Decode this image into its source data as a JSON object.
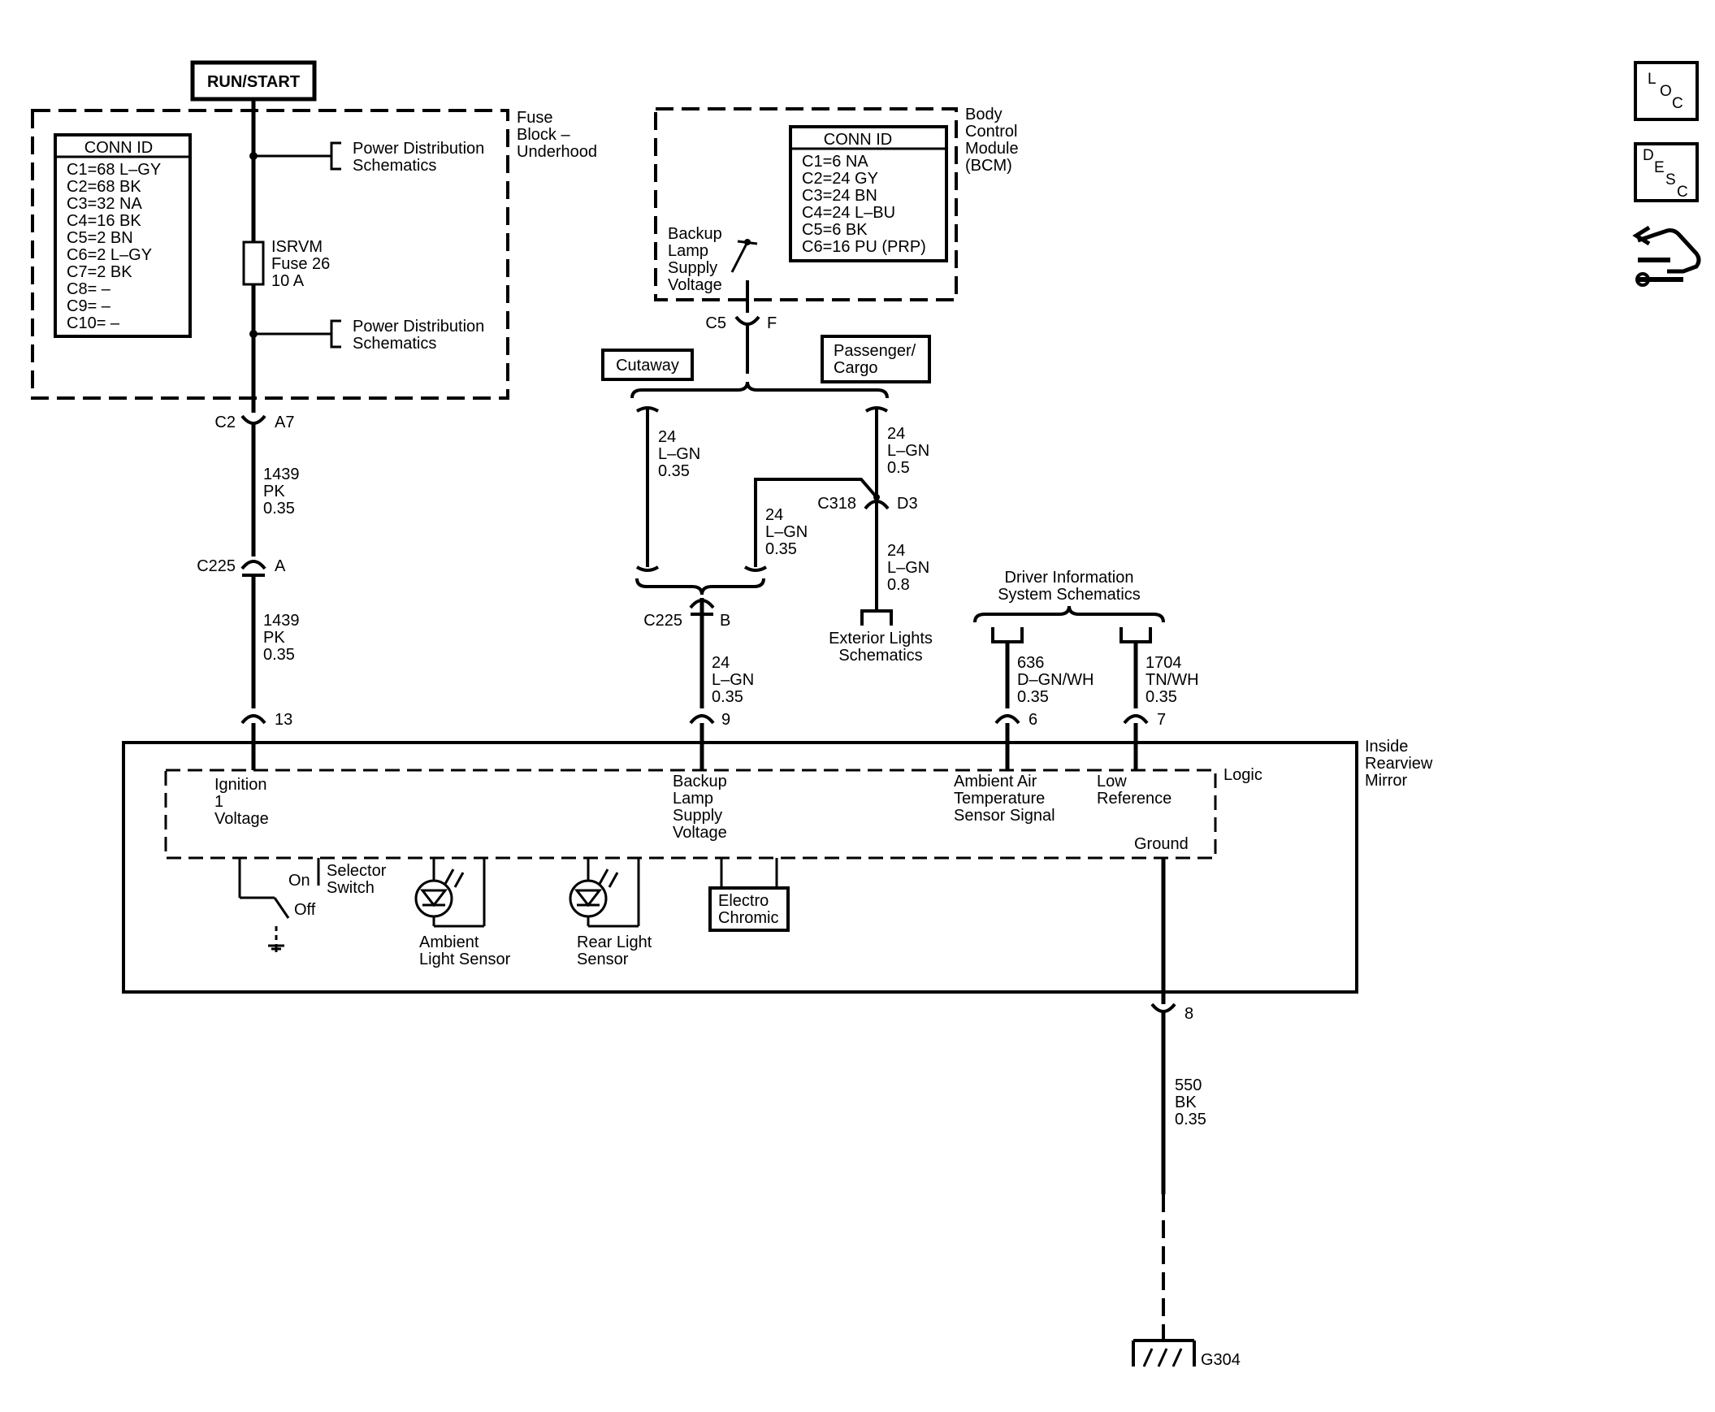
{
  "power": {
    "run_start": "RUN/START"
  },
  "fuse_block": {
    "name_lines": [
      "Fuse",
      "Block –",
      "Underhood"
    ],
    "conn_title": "CONN ID",
    "conn_rows": [
      "C1=68 L–GY",
      "C2=68 BK",
      "C3=32 NA",
      "C4=16 BK",
      "C5=2 BN",
      "C6=2 L–GY",
      "C7=2 BK",
      "C8= –",
      "C9= –",
      "C10= –"
    ],
    "pd_ref_1": [
      "Power Distribution",
      "Schematics"
    ],
    "pd_ref_2": [
      "Power Distribution",
      "Schematics"
    ],
    "fuse_lines": [
      "ISRVM",
      "Fuse 26",
      "10 A"
    ]
  },
  "bcm": {
    "name_lines": [
      "Body",
      "Control",
      "Module",
      "(BCM)"
    ],
    "conn_title": "CONN ID",
    "conn_rows": [
      "C1=6 NA",
      "C2=24 GY",
      "C3=24 BN",
      "C4=24 L–BU",
      "C5=6 BK",
      "C6=16 PU (PRP)"
    ],
    "switch_lines": [
      "Backup",
      "Lamp",
      "Supply",
      "Voltage"
    ]
  },
  "connectors": {
    "c2": "C2",
    "c2_pin": "A7",
    "c225_a": "C225",
    "c225_a_pin": "A",
    "c225_b": "C225",
    "c225_b_pin": "B",
    "c5": "C5",
    "c5_pin": "F",
    "c318": "C318",
    "c318_pin": "D3",
    "pin_13": "13",
    "pin_9": "9",
    "pin_6": "6",
    "pin_7": "7",
    "pin_8": "8"
  },
  "wires": {
    "w1439_top": [
      "1439",
      "PK",
      "0.35"
    ],
    "w1439_bot": [
      "1439",
      "PK",
      "0.35"
    ],
    "w24_cutaway": [
      "24",
      "L–GN",
      "0.35"
    ],
    "w24_pass": [
      "24",
      "L–GN",
      "0.5"
    ],
    "w24_jumper": [
      "24",
      "L–GN",
      "0.35"
    ],
    "w24_ext": [
      "24",
      "L–GN",
      "0.8"
    ],
    "w24_mirror": [
      "24",
      "L–GN",
      "0.35"
    ],
    "w636": [
      "636",
      "D–GN/WH",
      "0.35"
    ],
    "w1704": [
      "1704",
      "TN/WH",
      "0.35"
    ],
    "w550": [
      "550",
      "BK",
      "0.35"
    ]
  },
  "options": {
    "cutaway": "Cutaway",
    "passenger_cargo": [
      "Passenger/",
      "Cargo"
    ]
  },
  "refs": {
    "exterior_lights": [
      "Exterior Lights",
      "Schematics"
    ],
    "dis": [
      "Driver Information",
      "System Schematics"
    ]
  },
  "mirror": {
    "name_lines": [
      "Inside",
      "Rearview",
      "Mirror"
    ],
    "logic": "Logic",
    "ignition": [
      "Ignition",
      "1",
      "Voltage"
    ],
    "backup": [
      "Backup",
      "Lamp",
      "Supply",
      "Voltage"
    ],
    "ambient_air": [
      "Ambient Air",
      "Temperature",
      "Sensor Signal"
    ],
    "low_ref": [
      "Low",
      "Reference"
    ],
    "ground": "Ground",
    "switch_on": "On",
    "switch_off": "Off",
    "selector": [
      "Selector",
      "Switch"
    ],
    "ambient_sensor": [
      "Ambient",
      "Light Sensor"
    ],
    "rear_sensor": [
      "Rear Light",
      "Sensor"
    ],
    "electro": [
      "Electro",
      "Chromic"
    ]
  },
  "ground_label": "G304",
  "nav_buttons": {
    "loc": [
      "L",
      "O",
      "C"
    ],
    "desc": [
      "D",
      "E",
      "S",
      "C"
    ]
  }
}
